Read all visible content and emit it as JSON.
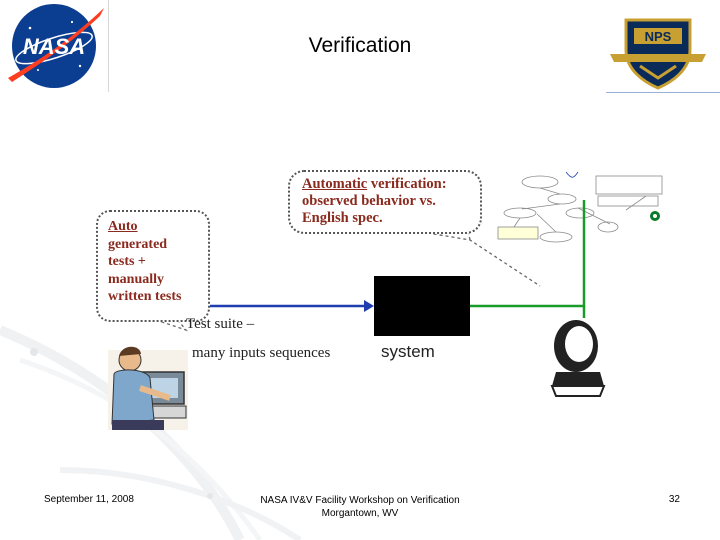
{
  "slide": {
    "title": "Verification"
  },
  "bubbles": {
    "left": [
      "Auto",
      "generated",
      "tests +",
      "manually",
      "written tests"
    ],
    "top_line1_em": "Automatic",
    "top_line1_rest": " verification:",
    "top_line2": "observed behavior vs.",
    "top_line3": "English spec."
  },
  "labels": {
    "test_suite_1": "Test suite –",
    "test_suite_2": "many inputs sequences",
    "system": "system"
  },
  "colors": {
    "arrow_blue": "#1f3fb0",
    "arrow_green": "#1a9a2a",
    "handwriting": "#8a2a1e"
  },
  "footer": {
    "date": "September 11, 2008",
    "center_line1": "NASA IV&V Facility Workshop on Verification",
    "center_line2": "Morgantown, WV",
    "page": "32"
  }
}
